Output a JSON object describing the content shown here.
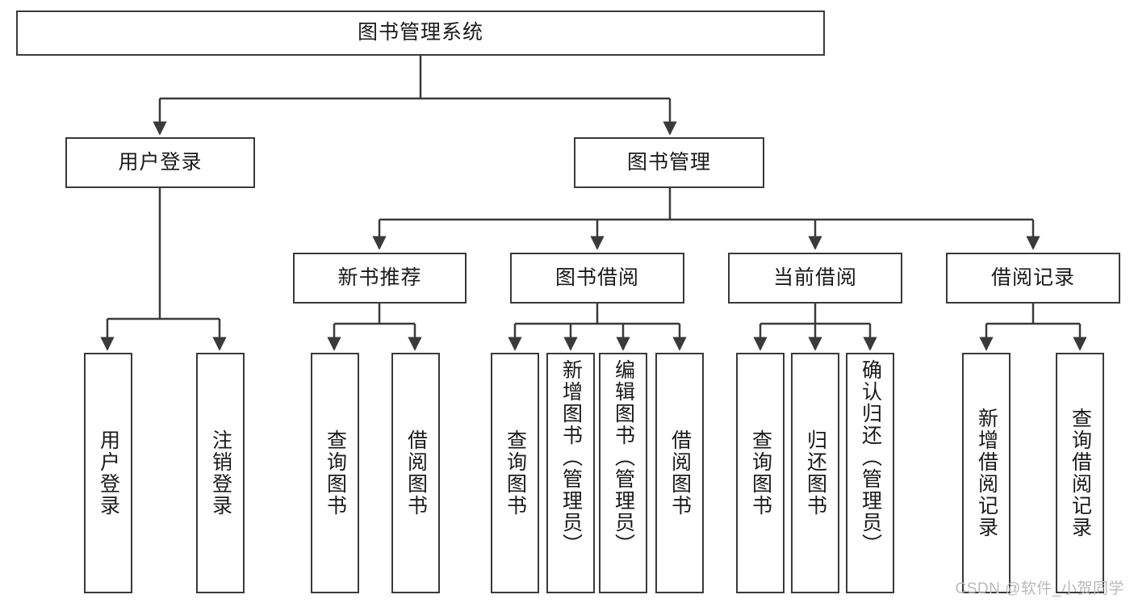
{
  "diagram": {
    "type": "tree",
    "title": "图书管理系统",
    "watermark": "CSDN @软件_小贺同学",
    "accent_color": "#3a3a3a",
    "background_color": "#ffffff",
    "root": {
      "label": "图书管理系统"
    },
    "level2": [
      {
        "label": "用户登录"
      },
      {
        "label": "图书管理"
      }
    ],
    "level3": [
      {
        "label": "新书推荐"
      },
      {
        "label": "图书借阅"
      },
      {
        "label": "当前借阅"
      },
      {
        "label": "借阅记录"
      }
    ],
    "leaves": {
      "user_login": [
        {
          "label": "用户登录"
        },
        {
          "label": "注销登录"
        }
      ],
      "new_book_recommend": [
        {
          "label": "查询图书"
        },
        {
          "label": "借阅图书"
        }
      ],
      "book_borrow": [
        {
          "label": "查询图书"
        },
        {
          "label": "新增图书（管理员）"
        },
        {
          "label": "编辑图书（管理员）"
        },
        {
          "label": "借阅图书"
        }
      ],
      "current_borrow": [
        {
          "label": "查询图书"
        },
        {
          "label": "归还图书"
        },
        {
          "label": "确认归还（管理员）"
        }
      ],
      "borrow_record": [
        {
          "label": "新增借阅记录"
        },
        {
          "label": "查询借阅记录"
        }
      ]
    }
  }
}
